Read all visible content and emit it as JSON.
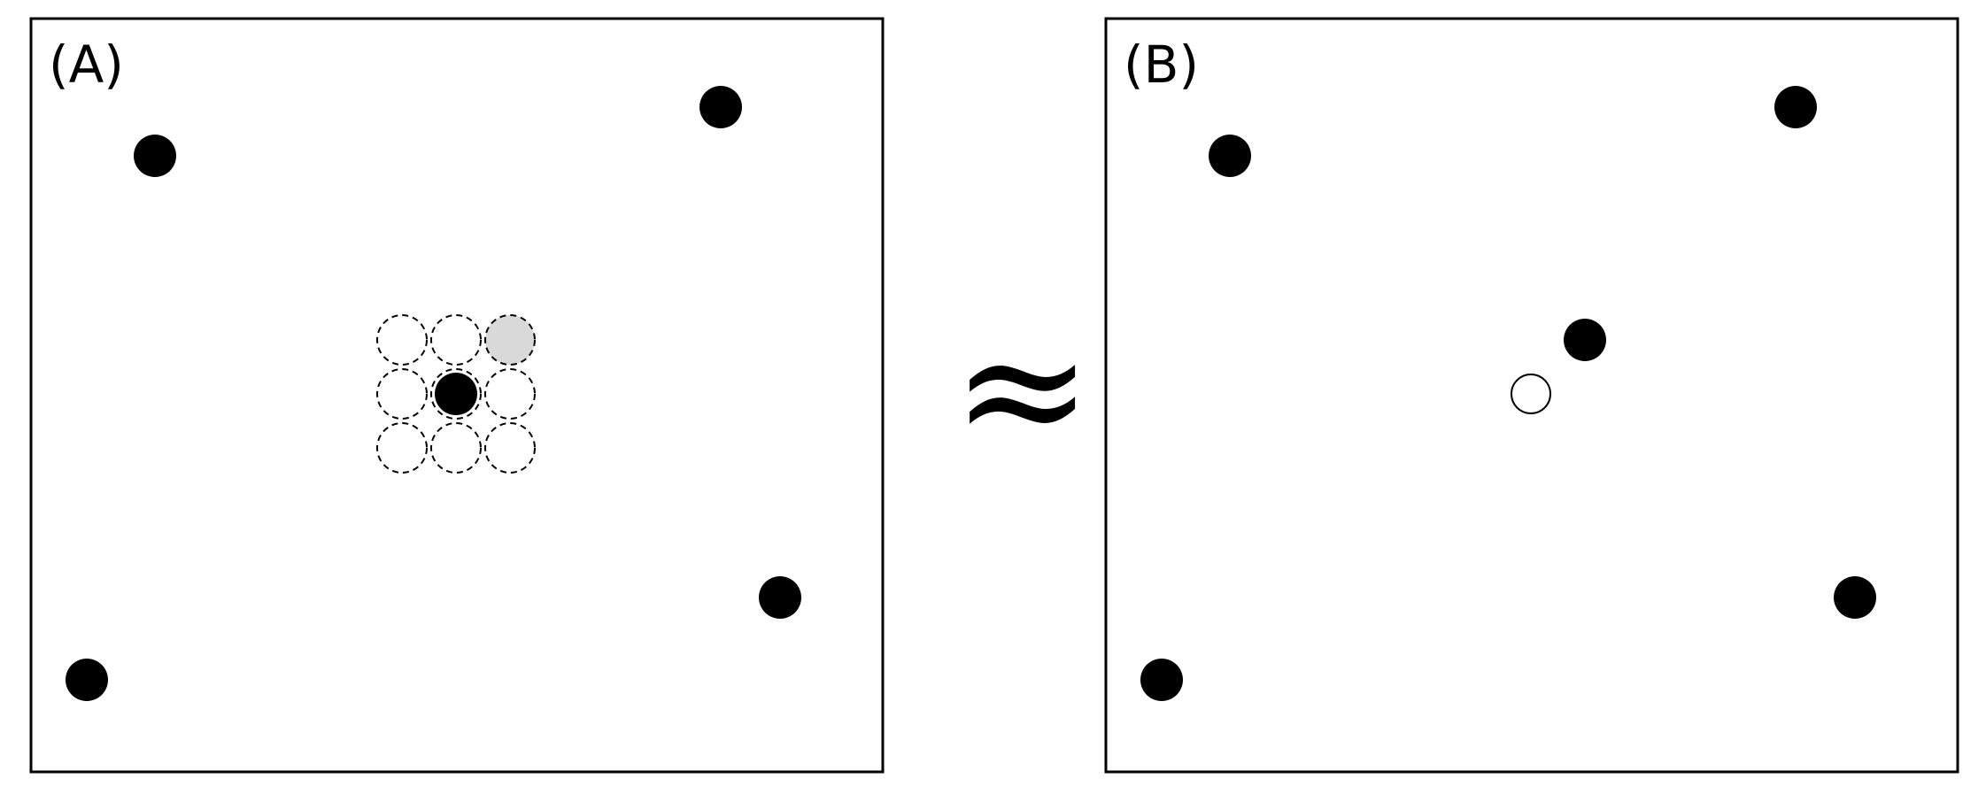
{
  "figure": {
    "panel_a": {
      "label": "(A)"
    },
    "panel_b": {
      "label": "(B)"
    },
    "relation_symbol": "≈"
  },
  "colors": {
    "particle": "#000000",
    "highlighted_cell": "#d9d9d9",
    "empty_particle": "#ffffff",
    "dashed_cell_stroke": "#000000"
  },
  "icons": {
    "particle": "filled-circle",
    "vacancy": "open-circle",
    "lattice_cell": "dashed-circle"
  }
}
